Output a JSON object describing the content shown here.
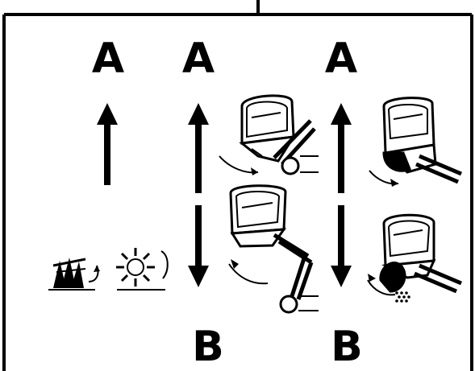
{
  "labels": {
    "a1": "A",
    "a2": "A",
    "a3": "A",
    "b1": "B",
    "b2": "B"
  }
}
